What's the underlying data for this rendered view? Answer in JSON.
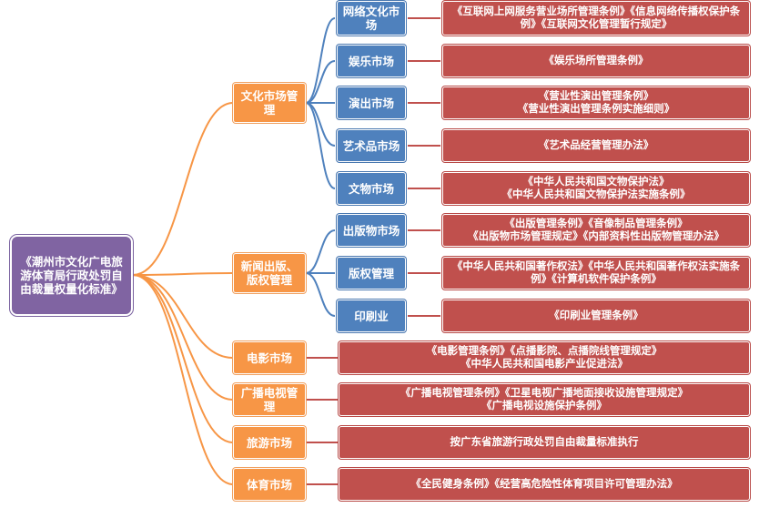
{
  "root": {
    "label": "《潮州市文化广电旅游体育局行政处罚自由裁量权量化标准》"
  },
  "branches": [
    {
      "label": "文化市场管理",
      "children": [
        {
          "label": "网络文化市场",
          "rules": [
            "《互联网上网服务营业场所管理条例》《信息网络传播权保护条例》《互联网文化管理暂行规定》"
          ]
        },
        {
          "label": "娱乐市场",
          "rules": [
            "《娱乐场所管理条例》"
          ]
        },
        {
          "label": "演出市场",
          "rules": [
            "《营业性演出管理条例》",
            "《营业性演出管理条例实施细则》"
          ]
        },
        {
          "label": "艺术品市场",
          "rules": [
            "《艺术品经营管理办法》"
          ]
        },
        {
          "label": "文物市场",
          "rules": [
            "《中华人民共和国文物保护法》",
            "《中华人民共和国文物保护法实施条例》"
          ]
        }
      ]
    },
    {
      "label": "新闻出版、版权管理",
      "children": [
        {
          "label": "出版物市场",
          "rules": [
            "《出版管理条例》《音像制品管理条例》",
            "《出版物市场管理规定》《内部资料性出版物管理办法》"
          ]
        },
        {
          "label": "版权管理",
          "rules": [
            "《中华人民共和国著作权法》《中华人民共和国著作权法实施条例》《计算机软件保护条例》"
          ]
        },
        {
          "label": "印刷业",
          "rules": [
            "《印刷业管理条例》"
          ]
        }
      ]
    },
    {
      "label": "电影市场",
      "rules": [
        "《电影管理条例》《点播影院、点播院线管理规定》",
        "《中华人民共和国电影产业促进法》"
      ]
    },
    {
      "label": "广播电视管理",
      "rules": [
        "《广播电视管理条例》《卫星电视广播地面接收设施管理规定》",
        "《广播电视设施保护条例》"
      ]
    },
    {
      "label": "旅游市场",
      "rules": [
        "按广东省旅游行政处罚自由裁量标准执行"
      ]
    },
    {
      "label": "体育市场",
      "rules": [
        "《全民健身条例》《经营高危险性体育项目许可管理办法》"
      ]
    }
  ],
  "colors": {
    "root": "#8064a2",
    "mid": "#f79646",
    "sub": "#4f81bd",
    "leaf": "#c0504d",
    "line_root": "#f79646",
    "line_mid": "#4f81bd",
    "line_sub": "#c0504d"
  }
}
